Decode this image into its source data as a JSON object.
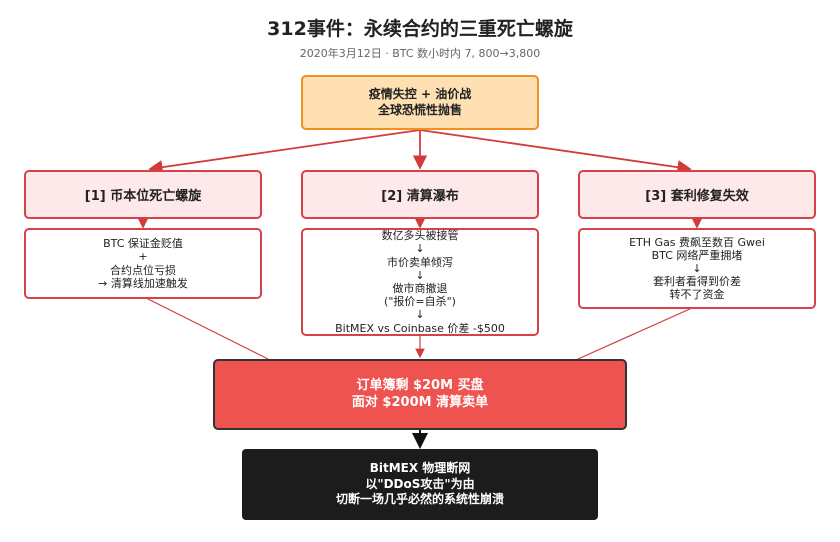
{
  "title": "312事件：永续合约的三重死亡螺旋",
  "subtitle": "2020年3月12日 · BTC 数小时内 7, 800→3,800",
  "top": {
    "lines": [
      "疫情失控 + 油价战",
      "全球恐慌性抛售"
    ]
  },
  "branches": [
    {
      "heading": "[1] 币本位死亡螺旋",
      "lines": [
        "BTC 保证金贬值",
        "+",
        "合约点位亏损",
        "→ 清算线加速触发"
      ]
    },
    {
      "heading": "[2] 清算瀑布",
      "lines": [
        "数亿多头被接管",
        "↓",
        "市价卖单倾泻",
        "↓",
        "做市商撤退",
        "(\"报价=自杀\")",
        "↓",
        "BitMEX vs Coinbase 价差 -$500"
      ]
    },
    {
      "heading": "[3] 套利修复失效",
      "lines": [
        "ETH Gas 费飙至数百 Gwei",
        "BTC 网络严重拥堵",
        "↓",
        "套利者看得到价差",
        "转不了资金"
      ]
    }
  ],
  "orderbook": {
    "lines": [
      "订单簿剩 $20M 买盘",
      "面对 $200M 清算卖单"
    ]
  },
  "outcome": {
    "lines": [
      "BitMEX 物理断网",
      "以\"DDoS攻击\"为由",
      "切断一场几乎必然的系统性崩溃"
    ]
  },
  "colors": {
    "arrow": "#d33a3a",
    "top_fill": "#ffe0b2",
    "top_border": "#f0901e",
    "heading_fill": "#fde8ea",
    "heading_border": "#d9414a",
    "orderbook_fill": "#ef5350",
    "outcome_fill": "#1c1c1c"
  }
}
